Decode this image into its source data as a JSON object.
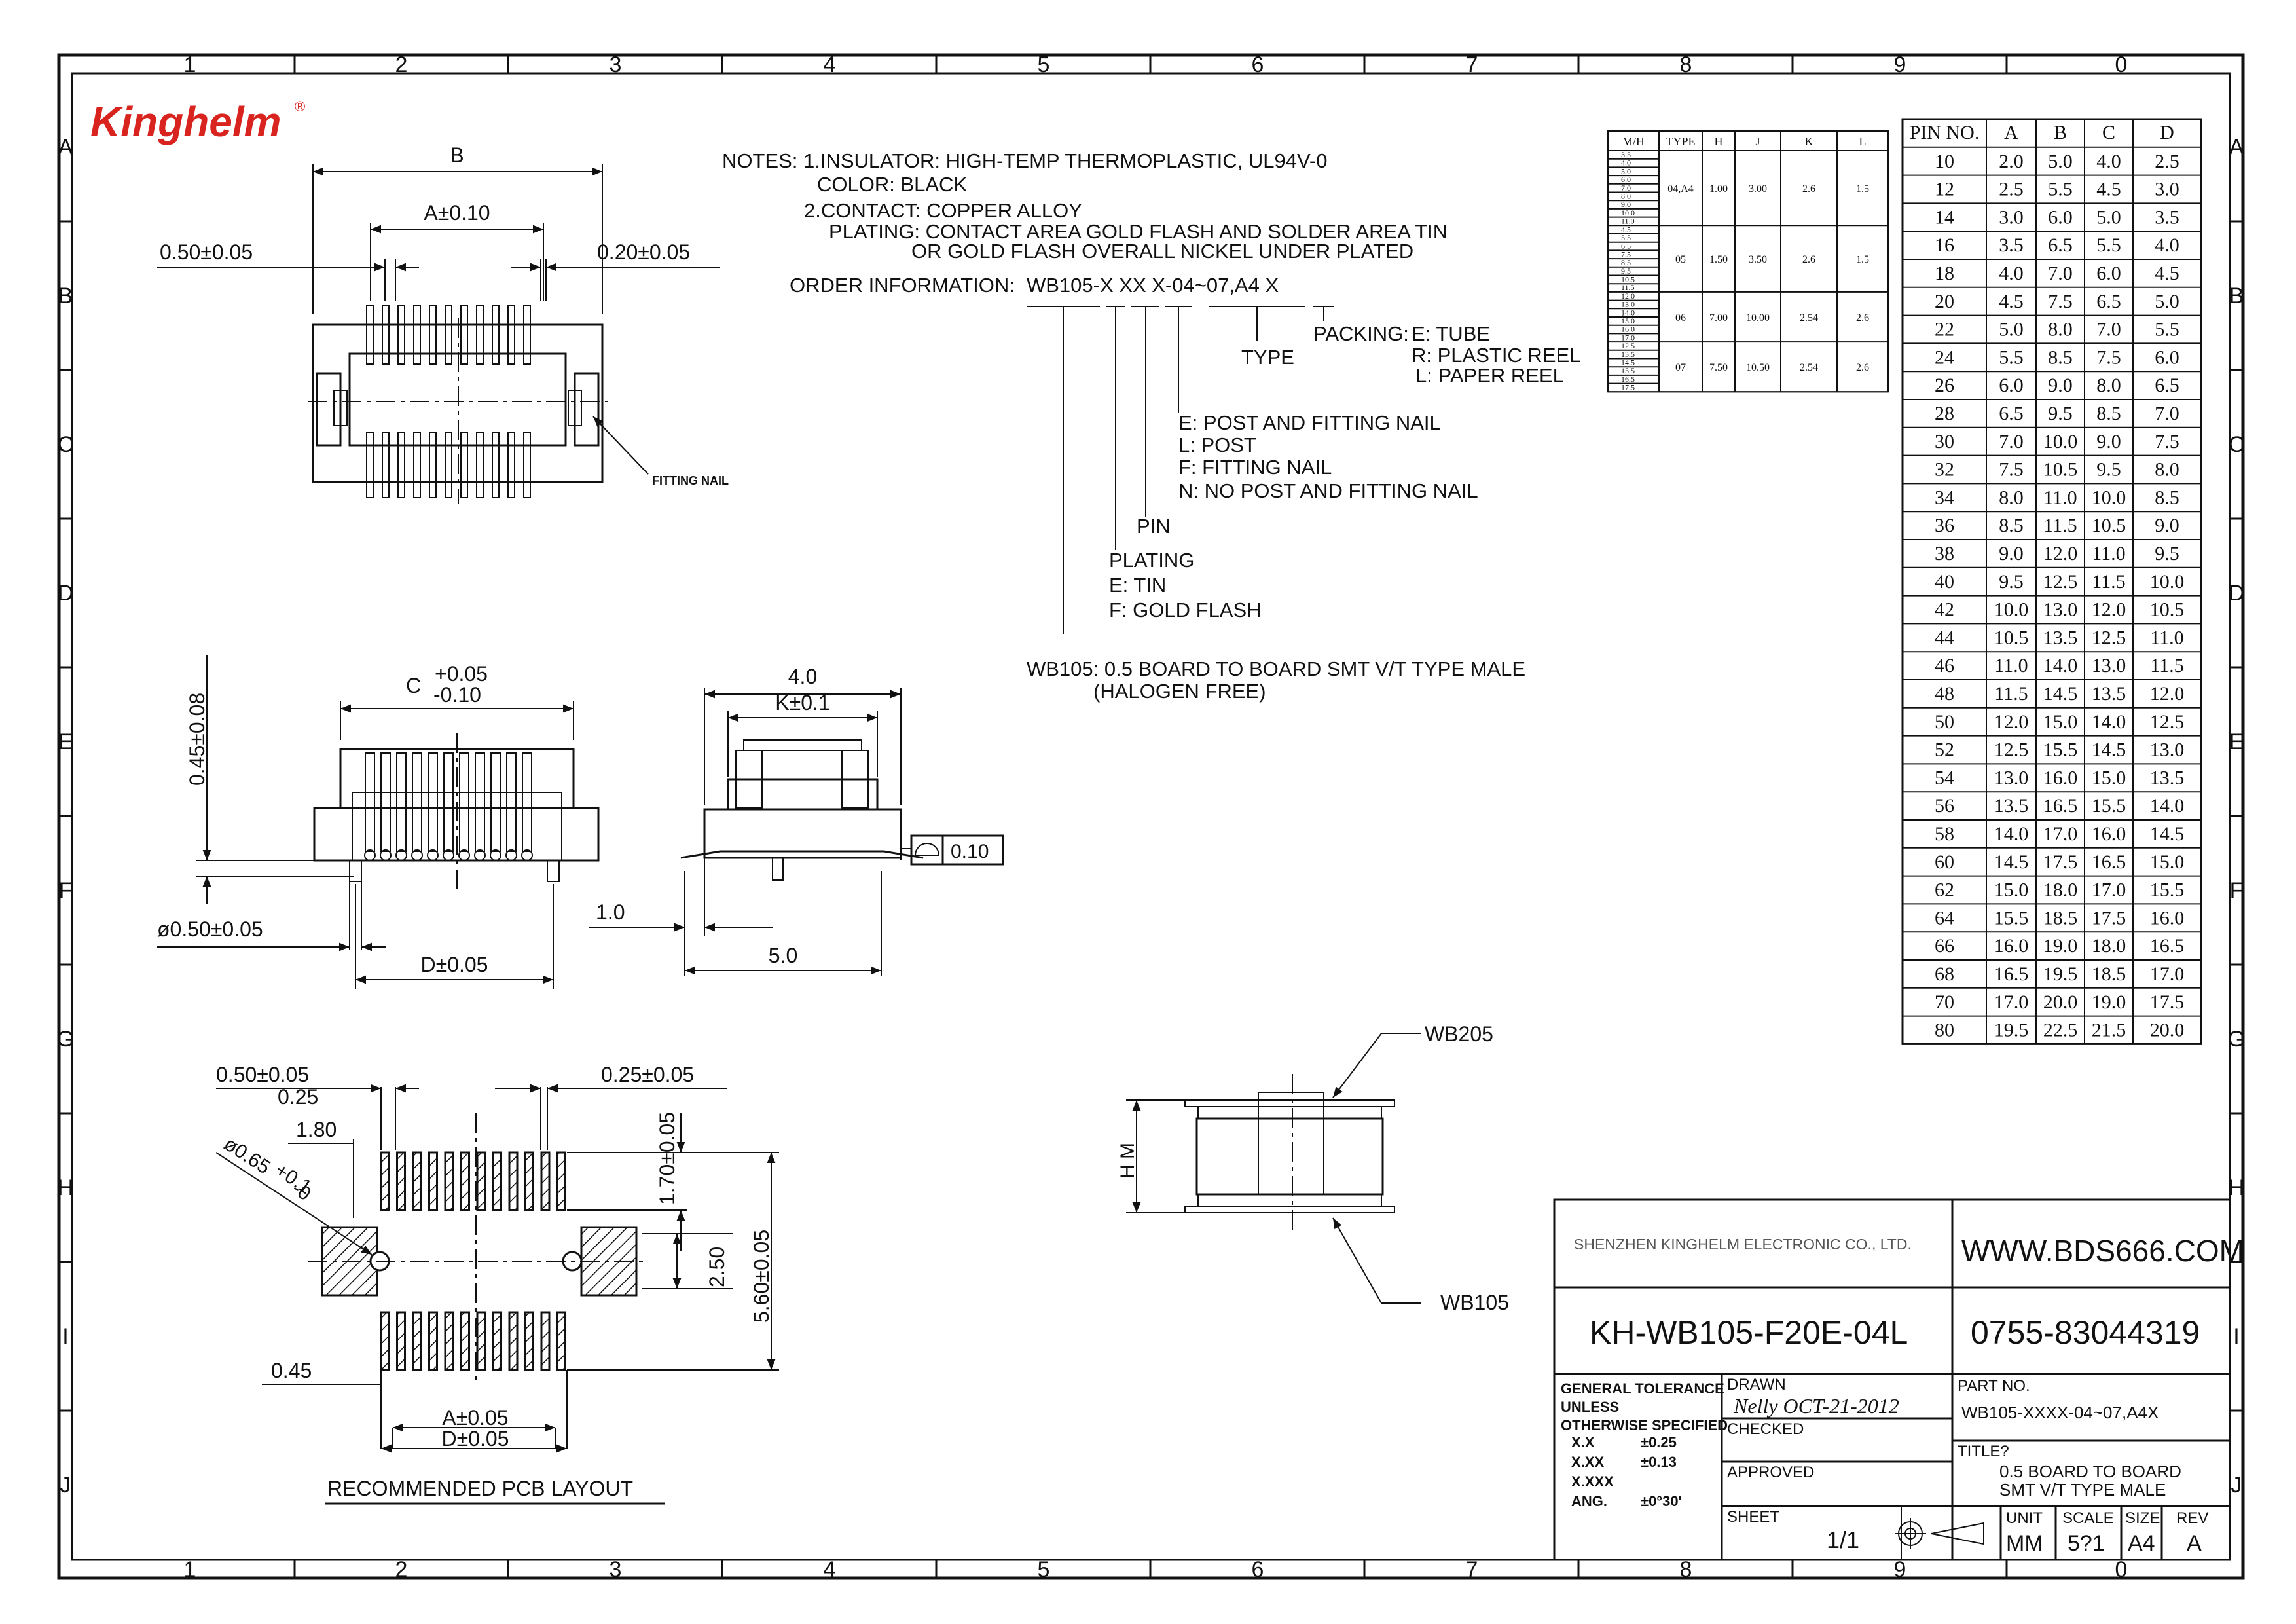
{
  "brand": {
    "logo_text": "Kinghelm",
    "registered": "®",
    "color": "#d8231f"
  },
  "frame": {
    "columns": [
      "1",
      "2",
      "3",
      "4",
      "5",
      "6",
      "7",
      "8",
      "9",
      "0"
    ],
    "rows": [
      "A",
      "B",
      "C",
      "D",
      "E",
      "F",
      "G",
      "H",
      "I",
      "J"
    ]
  },
  "notes": {
    "line1": "NOTES: 1.INSULATOR: HIGH-TEMP THERMOPLASTIC, UL94V-0",
    "line2": "COLOR: BLACK",
    "line3": "2.CONTACT: COPPER ALLOY",
    "line4": "PLATING: CONTACT AREA GOLD FLASH AND SOLDER AREA TIN",
    "line5": "OR GOLD FLASH OVERALL NICKEL UNDER PLATED"
  },
  "order": {
    "label": "ORDER INFORMATION:",
    "code": "WB105-X XX X-04~07,A4 X",
    "packing_title": "PACKING:",
    "packing": [
      "E: TUBE",
      "R: PLASTIC REEL",
      "L: PAPER REEL"
    ],
    "type": "TYPE",
    "post": [
      "E: POST AND FITTING NAIL",
      "L: POST",
      "F: FITTING NAIL",
      "N: NO POST AND FITTING NAIL"
    ],
    "pin": "PIN",
    "plating": [
      "PLATING",
      "E: TIN",
      "F: GOLD FLASH"
    ],
    "desc1": "WB105: 0.5 BOARD TO BOARD SMT V/T TYPE MALE",
    "desc2": "(HALOGEN FREE)"
  },
  "dims": {
    "B": "B",
    "A010": "A±0.10",
    "d050": "0.50±0.05",
    "d020": "0.20±0.05",
    "fitting_nail": "FITTING NAIL",
    "C_label": "C",
    "C_plus": "+0.05",
    "C_minus": "-0.10",
    "d045": "0.45±0.08",
    "phi050": "ø0.50±0.05",
    "D005": "D±0.05",
    "w40": "4.0",
    "K01": "K±0.1",
    "flat010": "0.10",
    "d10": "1.0",
    "d50": "5.0",
    "wb205": "WB205",
    "wb105": "WB105",
    "HM": "H M",
    "p050": "0.50±0.05",
    "p025": "0.25",
    "p180": "1.80",
    "phi065": "ø0.65",
    "phi065_tol": "+0.1",
    "phi065_tol2": "-0",
    "p025b": "0.25±0.05",
    "p170": "1.70±0.05",
    "p250": "2.50",
    "p560": "5.60±0.05",
    "p045": "0.45",
    "pA005": "A±0.05",
    "pD005": "D±0.05",
    "pcb_title": "RECOMMENDED PCB LAYOUT"
  },
  "mh_table": {
    "headers": [
      "M/H",
      "TYPE",
      "H",
      "J",
      "K",
      "L"
    ],
    "groups": [
      {
        "mh": [
          "3.5",
          "4.0",
          "5.0",
          "6.0",
          "7.0",
          "8.0",
          "9.0",
          "10.0",
          "11.0"
        ],
        "type": "04,A4",
        "h": "1.00",
        "j": "3.00",
        "k": "2.6",
        "l": "1.5"
      },
      {
        "mh": [
          "4.5",
          "5.5",
          "6.5",
          "7.5",
          "8.5",
          "9.5",
          "10.5",
          "11.5"
        ],
        "type": "05",
        "h": "1.50",
        "j": "3.50",
        "k": "2.6",
        "l": "1.5"
      },
      {
        "mh": [
          "12.0",
          "13.0",
          "14.0",
          "15.0",
          "16.0",
          "17.0"
        ],
        "type": "06",
        "h": "7.00",
        "j": "10.00",
        "k": "2.54",
        "l": "2.6"
      },
      {
        "mh": [
          "12.5",
          "13.5",
          "14.5",
          "15.5",
          "16.5",
          "17.5"
        ],
        "type": "07",
        "h": "7.50",
        "j": "10.50",
        "k": "2.54",
        "l": "2.6"
      }
    ]
  },
  "pin_table": {
    "headers": [
      "PIN NO.",
      "A",
      "B",
      "C",
      "D"
    ],
    "rows": [
      [
        "10",
        "2.0",
        "5.0",
        "4.0",
        "2.5"
      ],
      [
        "12",
        "2.5",
        "5.5",
        "4.5",
        "3.0"
      ],
      [
        "14",
        "3.0",
        "6.0",
        "5.0",
        "3.5"
      ],
      [
        "16",
        "3.5",
        "6.5",
        "5.5",
        "4.0"
      ],
      [
        "18",
        "4.0",
        "7.0",
        "6.0",
        "4.5"
      ],
      [
        "20",
        "4.5",
        "7.5",
        "6.5",
        "5.0"
      ],
      [
        "22",
        "5.0",
        "8.0",
        "7.0",
        "5.5"
      ],
      [
        "24",
        "5.5",
        "8.5",
        "7.5",
        "6.0"
      ],
      [
        "26",
        "6.0",
        "9.0",
        "8.0",
        "6.5"
      ],
      [
        "28",
        "6.5",
        "9.5",
        "8.5",
        "7.0"
      ],
      [
        "30",
        "7.0",
        "10.0",
        "9.0",
        "7.5"
      ],
      [
        "32",
        "7.5",
        "10.5",
        "9.5",
        "8.0"
      ],
      [
        "34",
        "8.0",
        "11.0",
        "10.0",
        "8.5"
      ],
      [
        "36",
        "8.5",
        "11.5",
        "10.5",
        "9.0"
      ],
      [
        "38",
        "9.0",
        "12.0",
        "11.0",
        "9.5"
      ],
      [
        "40",
        "9.5",
        "12.5",
        "11.5",
        "10.0"
      ],
      [
        "42",
        "10.0",
        "13.0",
        "12.0",
        "10.5"
      ],
      [
        "44",
        "10.5",
        "13.5",
        "12.5",
        "11.0"
      ],
      [
        "46",
        "11.0",
        "14.0",
        "13.0",
        "11.5"
      ],
      [
        "48",
        "11.5",
        "14.5",
        "13.5",
        "12.0"
      ],
      [
        "50",
        "12.0",
        "15.0",
        "14.0",
        "12.5"
      ],
      [
        "52",
        "12.5",
        "15.5",
        "14.5",
        "13.0"
      ],
      [
        "54",
        "13.0",
        "16.0",
        "15.0",
        "13.5"
      ],
      [
        "56",
        "13.5",
        "16.5",
        "15.5",
        "14.0"
      ],
      [
        "58",
        "14.0",
        "17.0",
        "16.0",
        "14.5"
      ],
      [
        "60",
        "14.5",
        "17.5",
        "16.5",
        "15.0"
      ],
      [
        "62",
        "15.0",
        "18.0",
        "17.0",
        "15.5"
      ],
      [
        "64",
        "15.5",
        "18.5",
        "17.5",
        "16.0"
      ],
      [
        "66",
        "16.0",
        "19.0",
        "18.0",
        "16.5"
      ],
      [
        "68",
        "16.5",
        "19.5",
        "18.5",
        "17.0"
      ],
      [
        "70",
        "17.0",
        "20.0",
        "19.0",
        "17.5"
      ],
      [
        "80",
        "19.5",
        "22.5",
        "21.5",
        "20.0"
      ]
    ]
  },
  "title_block": {
    "company": "SHENZHEN KINGHELM ELECTRONIC CO., LTD.",
    "website": "WWW.BDS666.COM",
    "part_code": "KH-WB105-F20E-04L",
    "phone": "0755-83044319",
    "tol_title": "GENERAL TOLERANCE",
    "tol_unless": "UNLESS",
    "tol_otherwise": "OTHERWISE SPECIFIED",
    "tol_rows": [
      [
        "X.X",
        "±0.25"
      ],
      [
        "X.XX",
        "±0.13"
      ],
      [
        "X.XXX",
        ""
      ],
      [
        "ANG.",
        "±0°30'"
      ]
    ],
    "drawn_label": "DRAWN",
    "drawn_value": "Nelly OCT-21-2012",
    "checked_label": "CHECKED",
    "approved_label": "APPROVED",
    "sheet_label": "SHEET",
    "sheet_value": "1/1",
    "part_no_label": "PART NO.",
    "part_no_value": "WB105-XXXX-04~07,A4X",
    "title_label": "TITLE?",
    "title_line1": "0.5 BOARD TO BOARD",
    "title_line2": "SMT V/T TYPE MALE",
    "unit_label": "UNIT",
    "unit_value": "MM",
    "scale_label": "SCALE",
    "scale_value": "5?1",
    "size_label": "SIZE",
    "size_value": "A4",
    "rev_label": "REV",
    "rev_value": "A"
  }
}
